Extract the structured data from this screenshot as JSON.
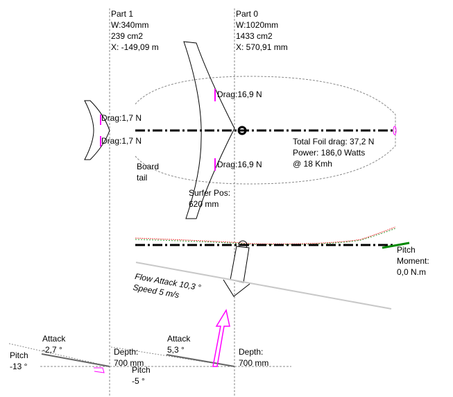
{
  "part1": {
    "title": "Part 1",
    "width": "W:340mm",
    "area": "239 cm2",
    "x": "X:  -149,09 m"
  },
  "part0": {
    "title": "Part 0",
    "width": "W:1020mm",
    "area": "1433 cm2",
    "x": "X: 570,91 mm"
  },
  "drag_labels": {
    "stab_top": "Drag:1,7 N",
    "stab_bottom": "Drag:1,7 N",
    "wing_top": "Drag:16,9 N",
    "wing_bottom": "Drag:16,9 N"
  },
  "board_tail": [
    "Board",
    "tail"
  ],
  "surfer_pos": [
    "Surfer Pos:",
    "620 mm"
  ],
  "totals": {
    "drag": "Total Foil drag: 37,2 N",
    "power": "Power: 186,0 Watts",
    "speed": "@ 18 Kmh"
  },
  "pitch_moment": [
    "Pitch",
    "Moment:",
    "0,0 N.m"
  ],
  "flow": {
    "attack": "Flow Attack 10,3 °",
    "speed": "Speed 5 m/s"
  },
  "stab": {
    "attack_label": "Attack",
    "attack": "-2,7 °",
    "pitch_label": "Pitch",
    "pitch": "-13 °",
    "depth_label": "Depth:",
    "depth": "700 mm"
  },
  "wing": {
    "attack_label": "Attack",
    "attack": "5,3 °",
    "pitch_label": "Pitch",
    "pitch": "-5 °",
    "depth_label": "Depth:",
    "depth": "700 mm"
  },
  "colors": {
    "force": "#ff00ff",
    "moment": "#008000",
    "grey": "#c8c8c8"
  }
}
